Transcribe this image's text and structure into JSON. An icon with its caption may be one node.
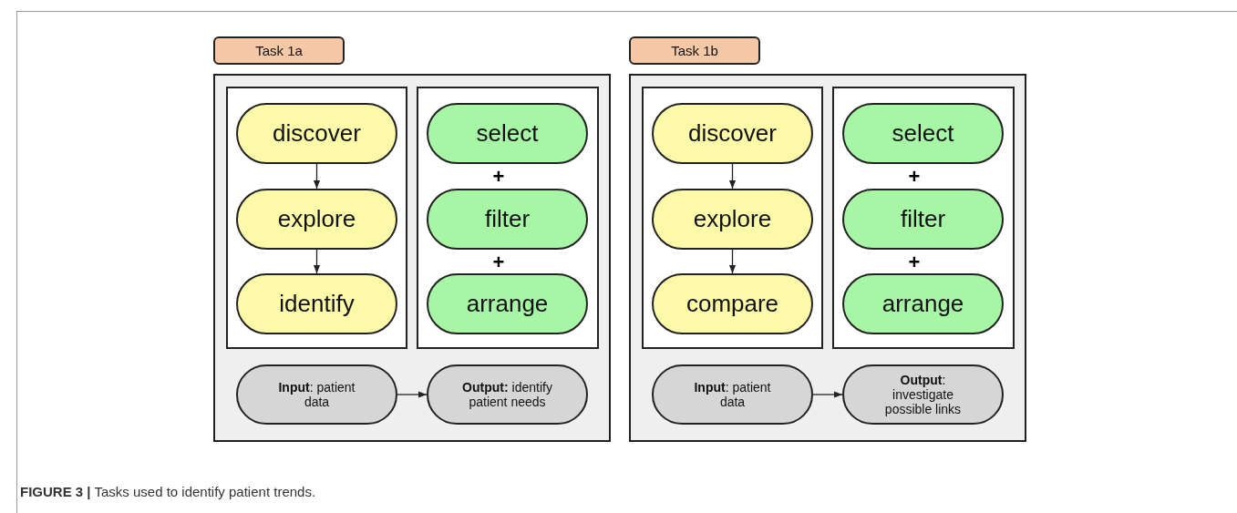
{
  "diagram": {
    "caption": "**FIGURE 3 |** Tasks used to identify patient trends.",
    "nodes": [
      {
        "text": [
          "Task 1a"
        ]
      },
      {
        "text": [],
        "shape": "box"
      },
      {
        "text": [],
        "shape": "box",
        "in": 1
      },
      {
        "text": [
          "discover"
        ],
        "in": 2
      },
      {
        "text": [
          "explore"
        ],
        "in": 2
      },
      {
        "text": [
          "identify"
        ],
        "in": 2
      },
      {
        "text": [],
        "shape": "box",
        "in": 1
      },
      {
        "text": [
          "select"
        ],
        "in": 6
      },
      {
        "text": [
          "filter"
        ],
        "in": 6
      },
      {
        "text": [
          "arrange"
        ],
        "in": 6
      },
      {
        "text": [
          "**Input**: patient data"
        ],
        "in": 1
      },
      {
        "text": [
          "**Output:** identify patient needs"
        ],
        "in": 1
      },
      {
        "text": [
          "Task 1b"
        ]
      },
      {
        "text": [],
        "shape": "box"
      },
      {
        "text": [],
        "shape": "box",
        "in": 13
      },
      {
        "text": [
          "discover"
        ],
        "in": 14
      },
      {
        "text": [
          "explore"
        ],
        "in": 14
      },
      {
        "text": [
          "compare"
        ],
        "in": 14
      },
      {
        "text": [],
        "shape": "box",
        "in": 13
      },
      {
        "text": [
          "select"
        ],
        "in": 18
      },
      {
        "text": [
          "filter"
        ],
        "in": 18
      },
      {
        "text": [
          "arrange"
        ],
        "in": 18
      },
      {
        "text": [
          "**Input**: patient data"
        ],
        "in": 13
      },
      {
        "text": [
          "**Output**: investigate possible links"
        ],
        "in": 13
      }
    ],
    "edges": [
      {
        "from": 3,
        "to": 4,
        "arrow": "to"
      },
      {
        "from": 4,
        "to": 5,
        "arrow": "to"
      },
      {
        "from": 10,
        "to": 11,
        "arrow": "to"
      },
      {
        "from": 15,
        "to": 16,
        "arrow": "to"
      },
      {
        "from": 16,
        "to": 17,
        "arrow": "to"
      },
      {
        "from": 22,
        "to": 23,
        "arrow": "to"
      }
    ],
    "labels": [
      "+",
      "+",
      "+",
      "+"
    ]
  }
}
